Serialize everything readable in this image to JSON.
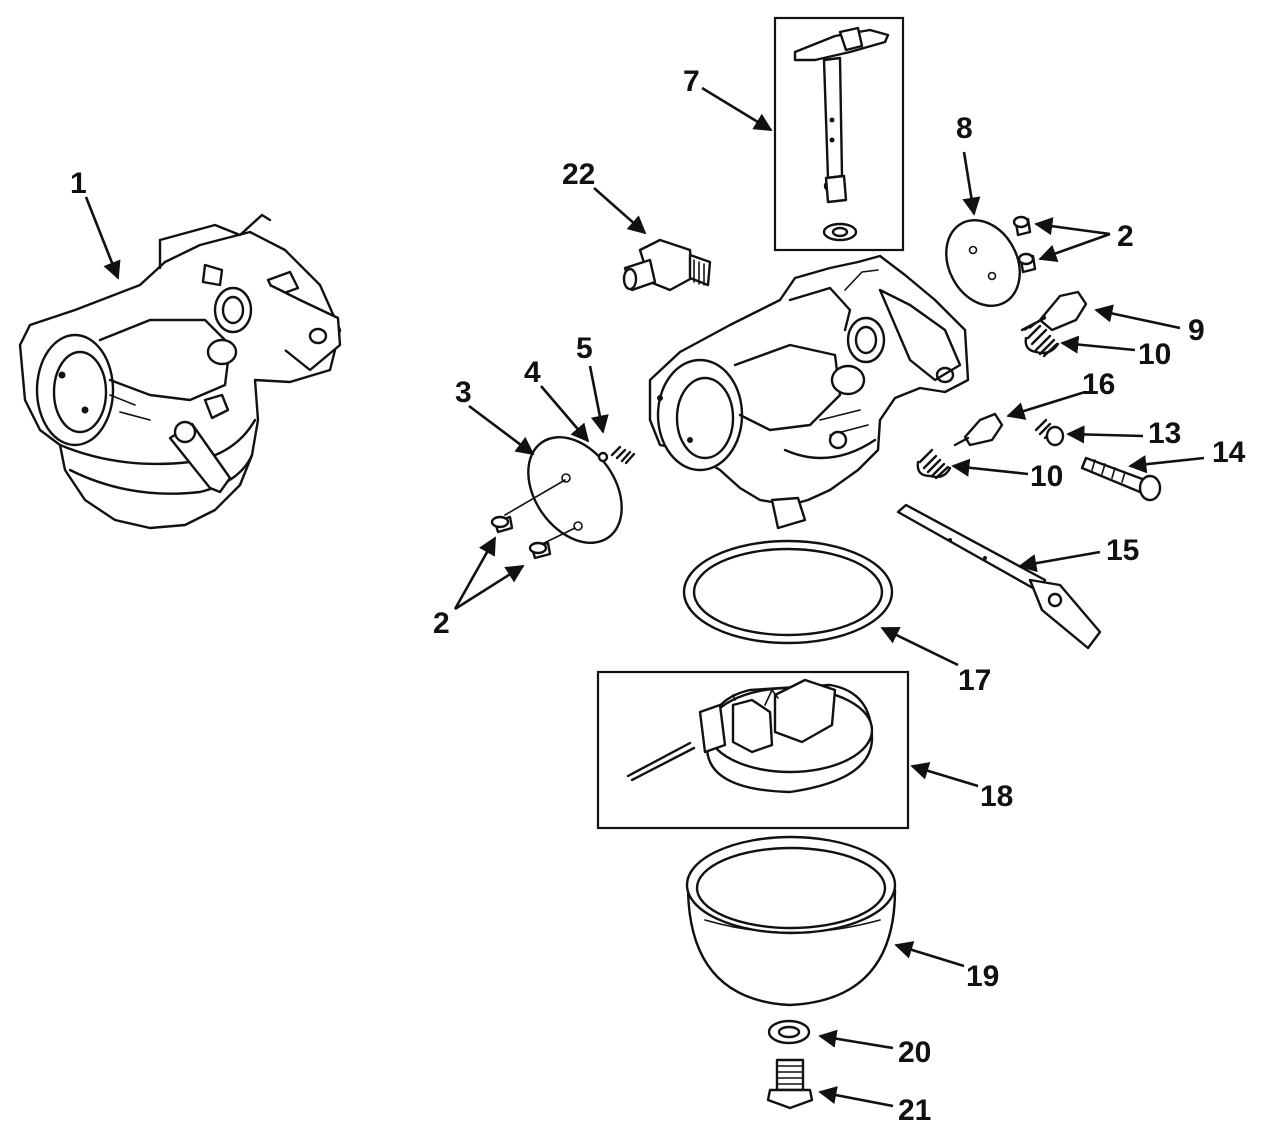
{
  "callouts": {
    "c1": "1",
    "c2a": "2",
    "c2b": "2",
    "c3": "3",
    "c4": "4",
    "c5": "5",
    "c7": "7",
    "c8": "8",
    "c9": "9",
    "c10a": "10",
    "c10b": "10",
    "c13": "13",
    "c14": "14",
    "c15": "15",
    "c16": "16",
    "c17": "17",
    "c18": "18",
    "c19": "19",
    "c20": "20",
    "c21": "21",
    "c22": "22"
  }
}
